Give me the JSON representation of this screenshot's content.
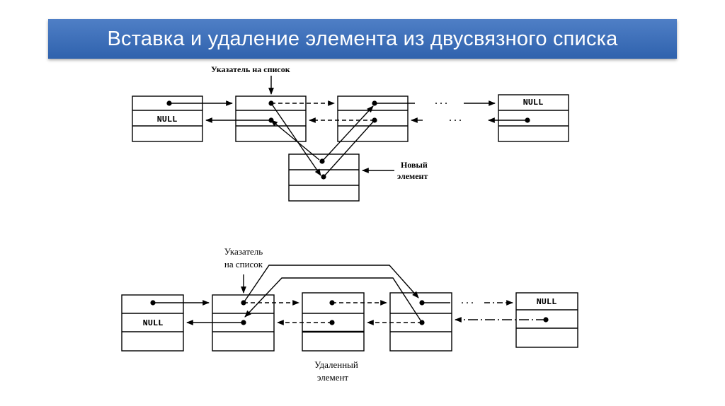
{
  "title": "Вставка и удаление элемента из двусвязного списка",
  "insertion": {
    "pointer_label": "Указатель на список",
    "null_left": "NULL",
    "null_right": "NULL",
    "dots_top": "· · ·",
    "dots_bottom": "· · ·",
    "new_element_line1": "Новый",
    "new_element_line2": "элемент"
  },
  "deletion": {
    "pointer_label_line1": "Указатель",
    "pointer_label_line2": "на список",
    "null_left": "NULL",
    "null_right": "NULL",
    "dots_top": "· · ·",
    "dots_bottom": "· ·",
    "deleted_line1": "Удаленный",
    "deleted_line2": "элемент"
  }
}
